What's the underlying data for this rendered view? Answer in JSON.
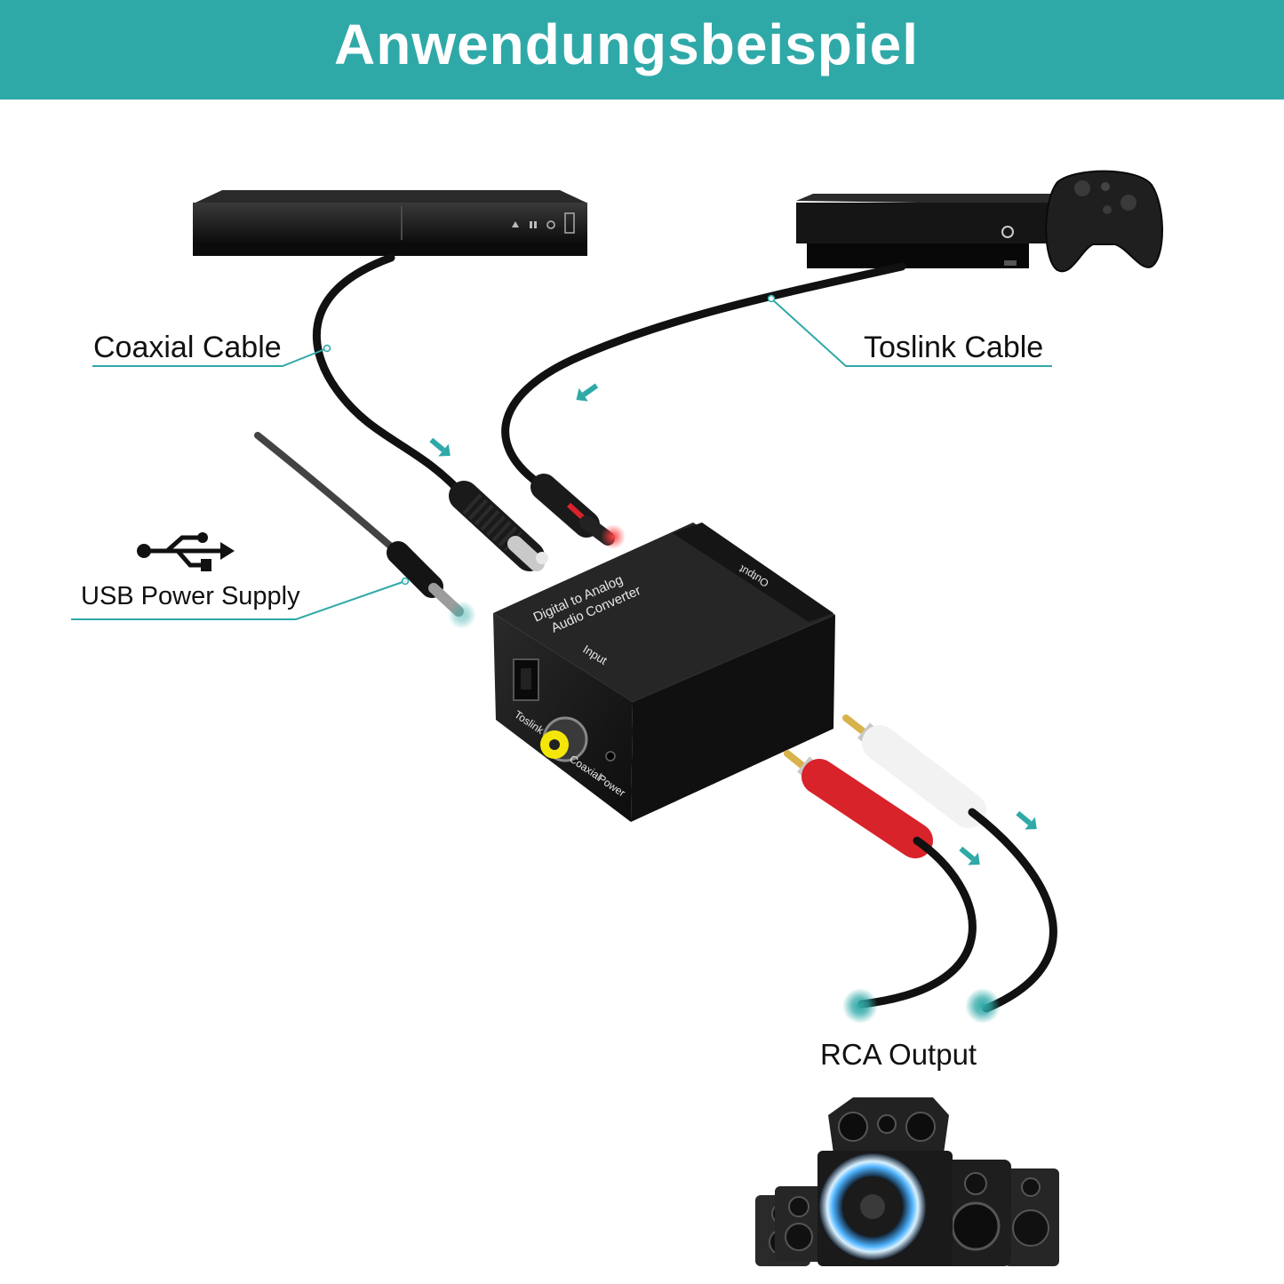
{
  "banner": {
    "title": "Anwendungsbeispiel",
    "background": "#2fa9a8"
  },
  "labels": {
    "coaxial_cable": "Coaxial Cable",
    "toslink_cable": "Toslink Cable",
    "usb_power_supply": "USB Power Supply",
    "rca_output": "RCA Output"
  },
  "converter": {
    "title_line1": "Digital to Analog",
    "title_line2": "Audio Converter",
    "input_label": "Input",
    "output_label": "Output",
    "toslink_port": "Toslink",
    "coaxial_port": "Coaxial",
    "power_port": "Power"
  },
  "icons": [
    "usb-icon",
    "xbox-logo-icon",
    "flow-arrow-icon"
  ],
  "colors": {
    "accent": "#2fa9a8",
    "device_body": "#1b1b1b",
    "rca_red": "#d8232a",
    "rca_white": "#f2f2f2",
    "coaxial_port_yellow": "#f5e60a",
    "optical_laser": "#ff3030"
  }
}
